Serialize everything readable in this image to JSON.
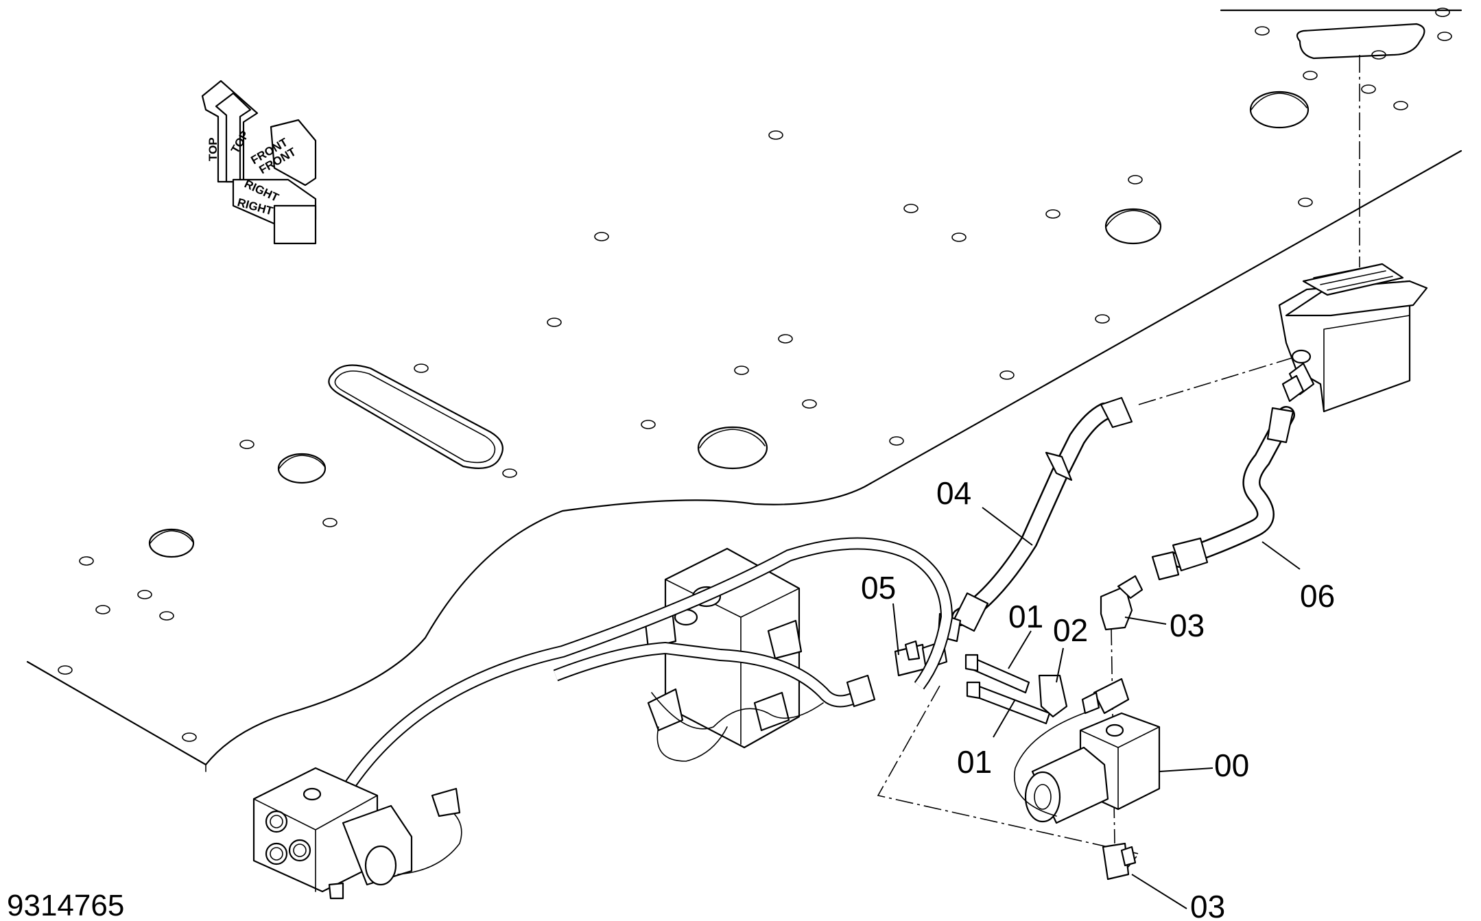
{
  "drawing": {
    "number": "9314765",
    "orientation_labels": {
      "top": "TOP",
      "front": "FRONT",
      "right": "RIGHT"
    },
    "parts": [
      {
        "id": "00",
        "label": "00"
      },
      {
        "id": "01a",
        "label": "01"
      },
      {
        "id": "01b",
        "label": "01"
      },
      {
        "id": "02",
        "label": "02"
      },
      {
        "id": "03a",
        "label": "03"
      },
      {
        "id": "03b",
        "label": "03"
      },
      {
        "id": "04",
        "label": "04"
      },
      {
        "id": "05",
        "label": "05"
      },
      {
        "id": "06",
        "label": "06"
      }
    ]
  }
}
